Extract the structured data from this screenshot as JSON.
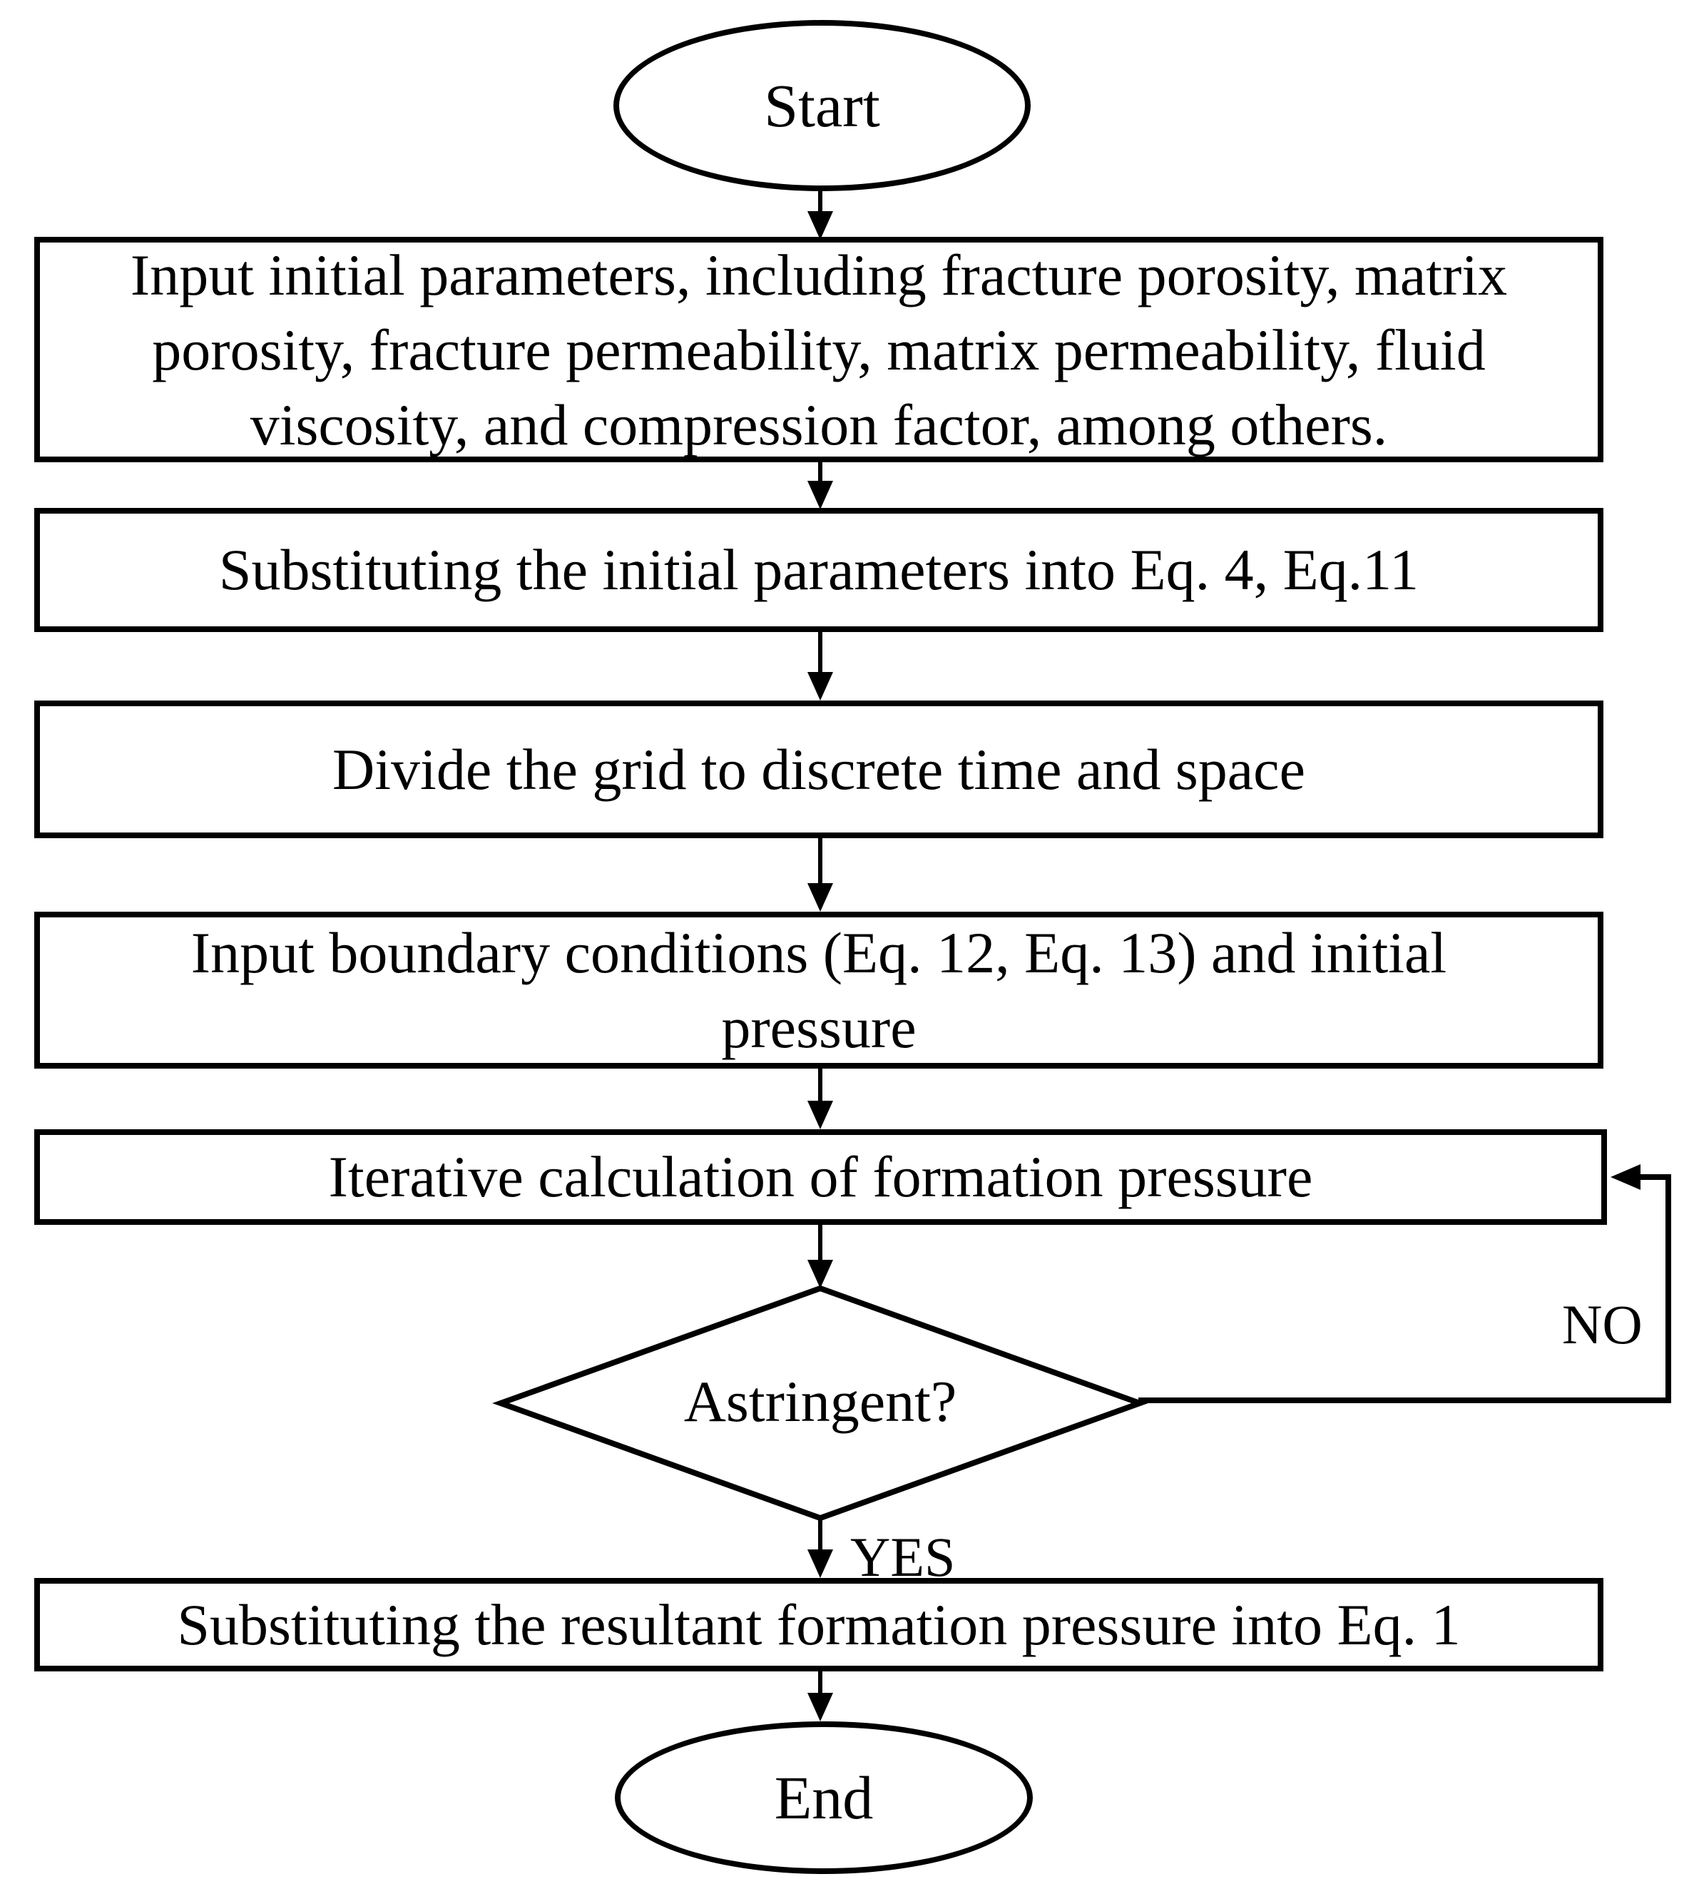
{
  "nodes": {
    "start": {
      "label": "Start"
    },
    "step1": {
      "lines": [
        "Input initial parameters, including fracture porosity, matrix",
        "porosity, fracture permeability, matrix permeability, fluid",
        "viscosity, and compression factor, among others."
      ]
    },
    "step2": {
      "label": "Substituting the initial parameters into Eq. 4, Eq.11"
    },
    "step3": {
      "label": "Divide the grid to discrete time and space"
    },
    "step4": {
      "lines": [
        "Input boundary conditions (Eq. 12, Eq. 13) and initial",
        "pressure"
      ]
    },
    "step5": {
      "label": "Iterative calculation of formation pressure"
    },
    "decision": {
      "label": "Astringent?"
    },
    "step6": {
      "label": "Substituting the resultant formation pressure into Eq. 1"
    },
    "end": {
      "label": "End"
    }
  },
  "edges": {
    "no": "NO",
    "yes": "YES"
  },
  "colors": {
    "stroke": "#000000",
    "fill": "#ffffff",
    "text": "#000000"
  }
}
